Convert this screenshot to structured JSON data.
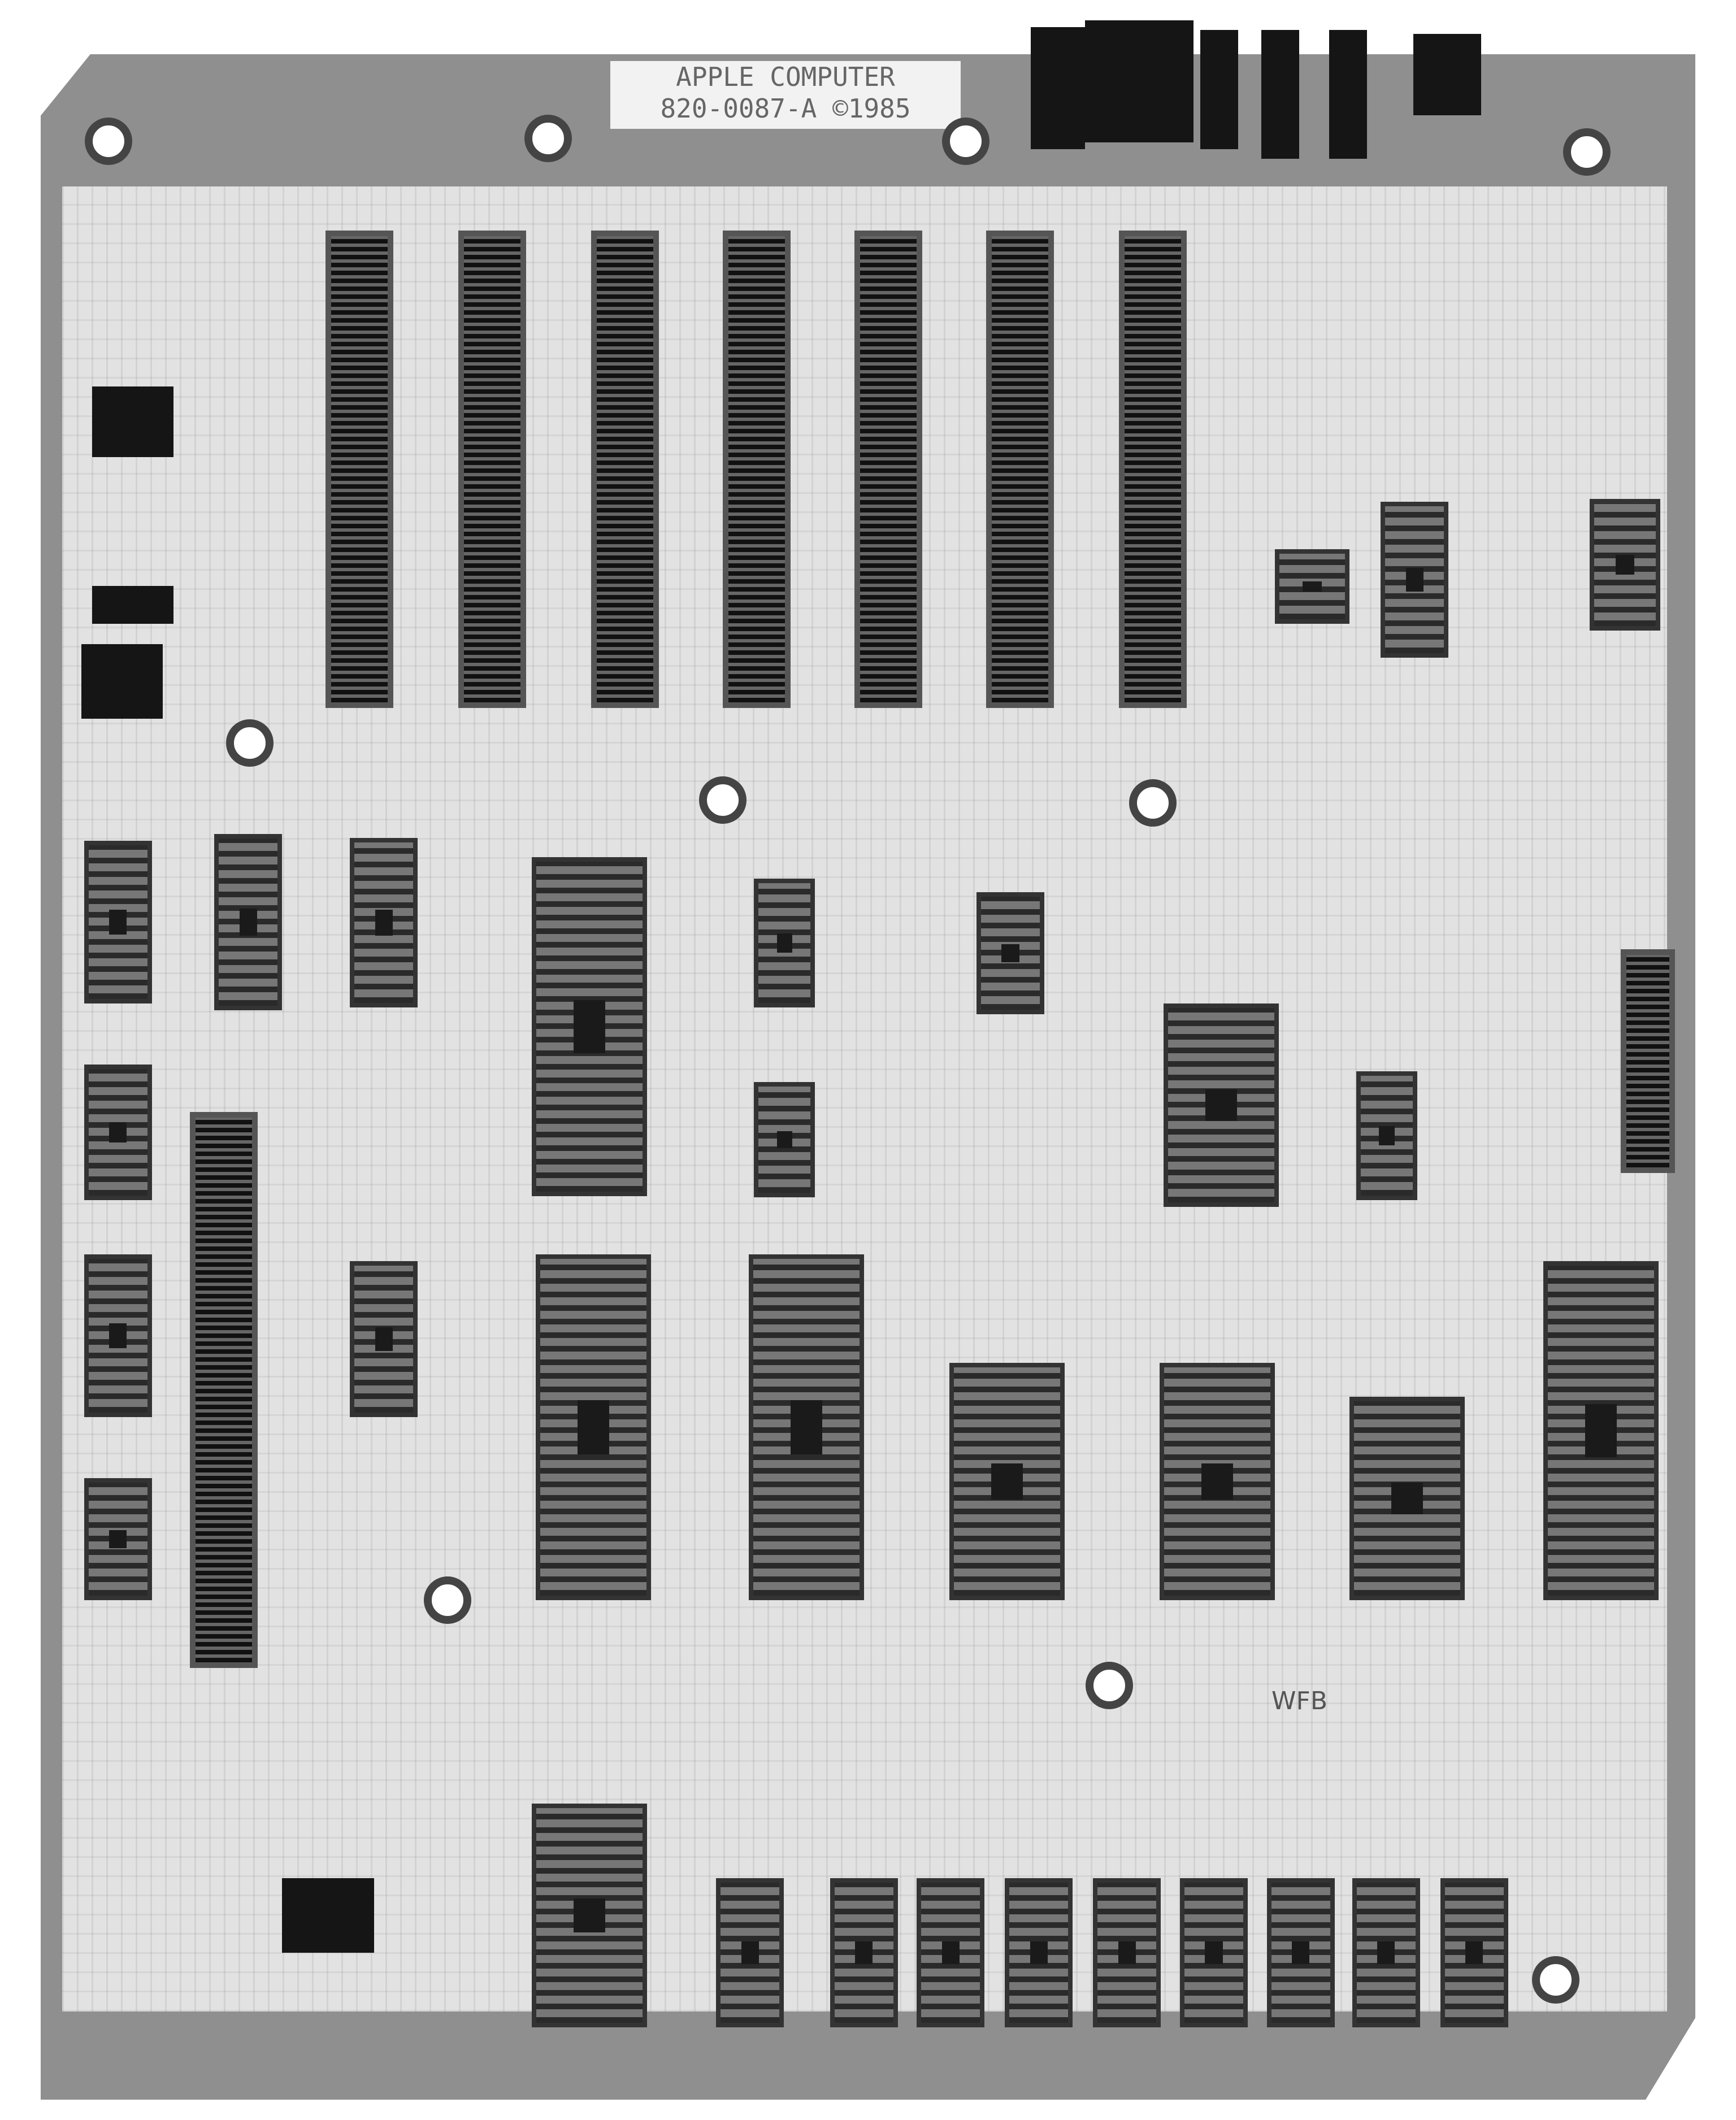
{
  "board": {
    "silkscreen_line1": "APPLE COMPUTER",
    "silkscreen_line2": "820-0087-A ©1985",
    "initials_marking": "WFB"
  }
}
